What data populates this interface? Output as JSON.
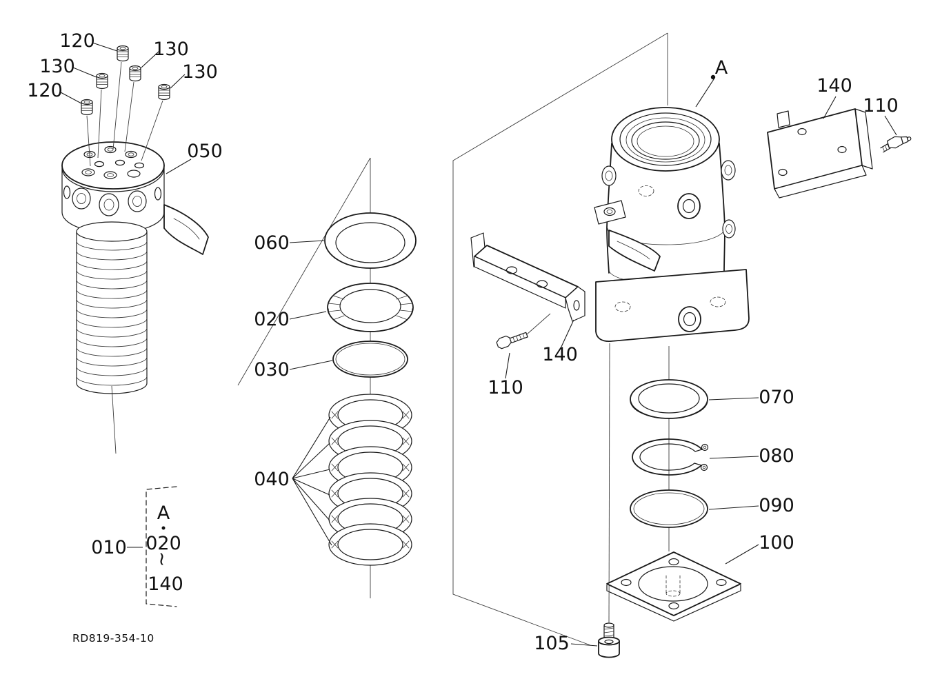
{
  "figure": {
    "drawing_number": "RD819-354-10"
  },
  "callouts": {
    "plug_120_top": "120",
    "plug_130_top": "130",
    "plug_130_left": "130",
    "plug_120_left": "120",
    "plug_130_right": "130",
    "body_top": "050",
    "washer": "060",
    "seal": "020",
    "oring_mid": "030",
    "seal_stack": "040",
    "detail_a_right": "A",
    "bracket_top_right": "140",
    "fitting_top_right": "110",
    "bracket_left": "140",
    "bolt_left": "110",
    "ring": "070",
    "snap_ring": "080",
    "oring_bottom": "090",
    "cover_plate": "100",
    "screw": "105"
  },
  "assembly_note": {
    "assembly_part": "010",
    "marker": "A",
    "range_start": "020",
    "tilde": "~",
    "range_end": "140"
  }
}
